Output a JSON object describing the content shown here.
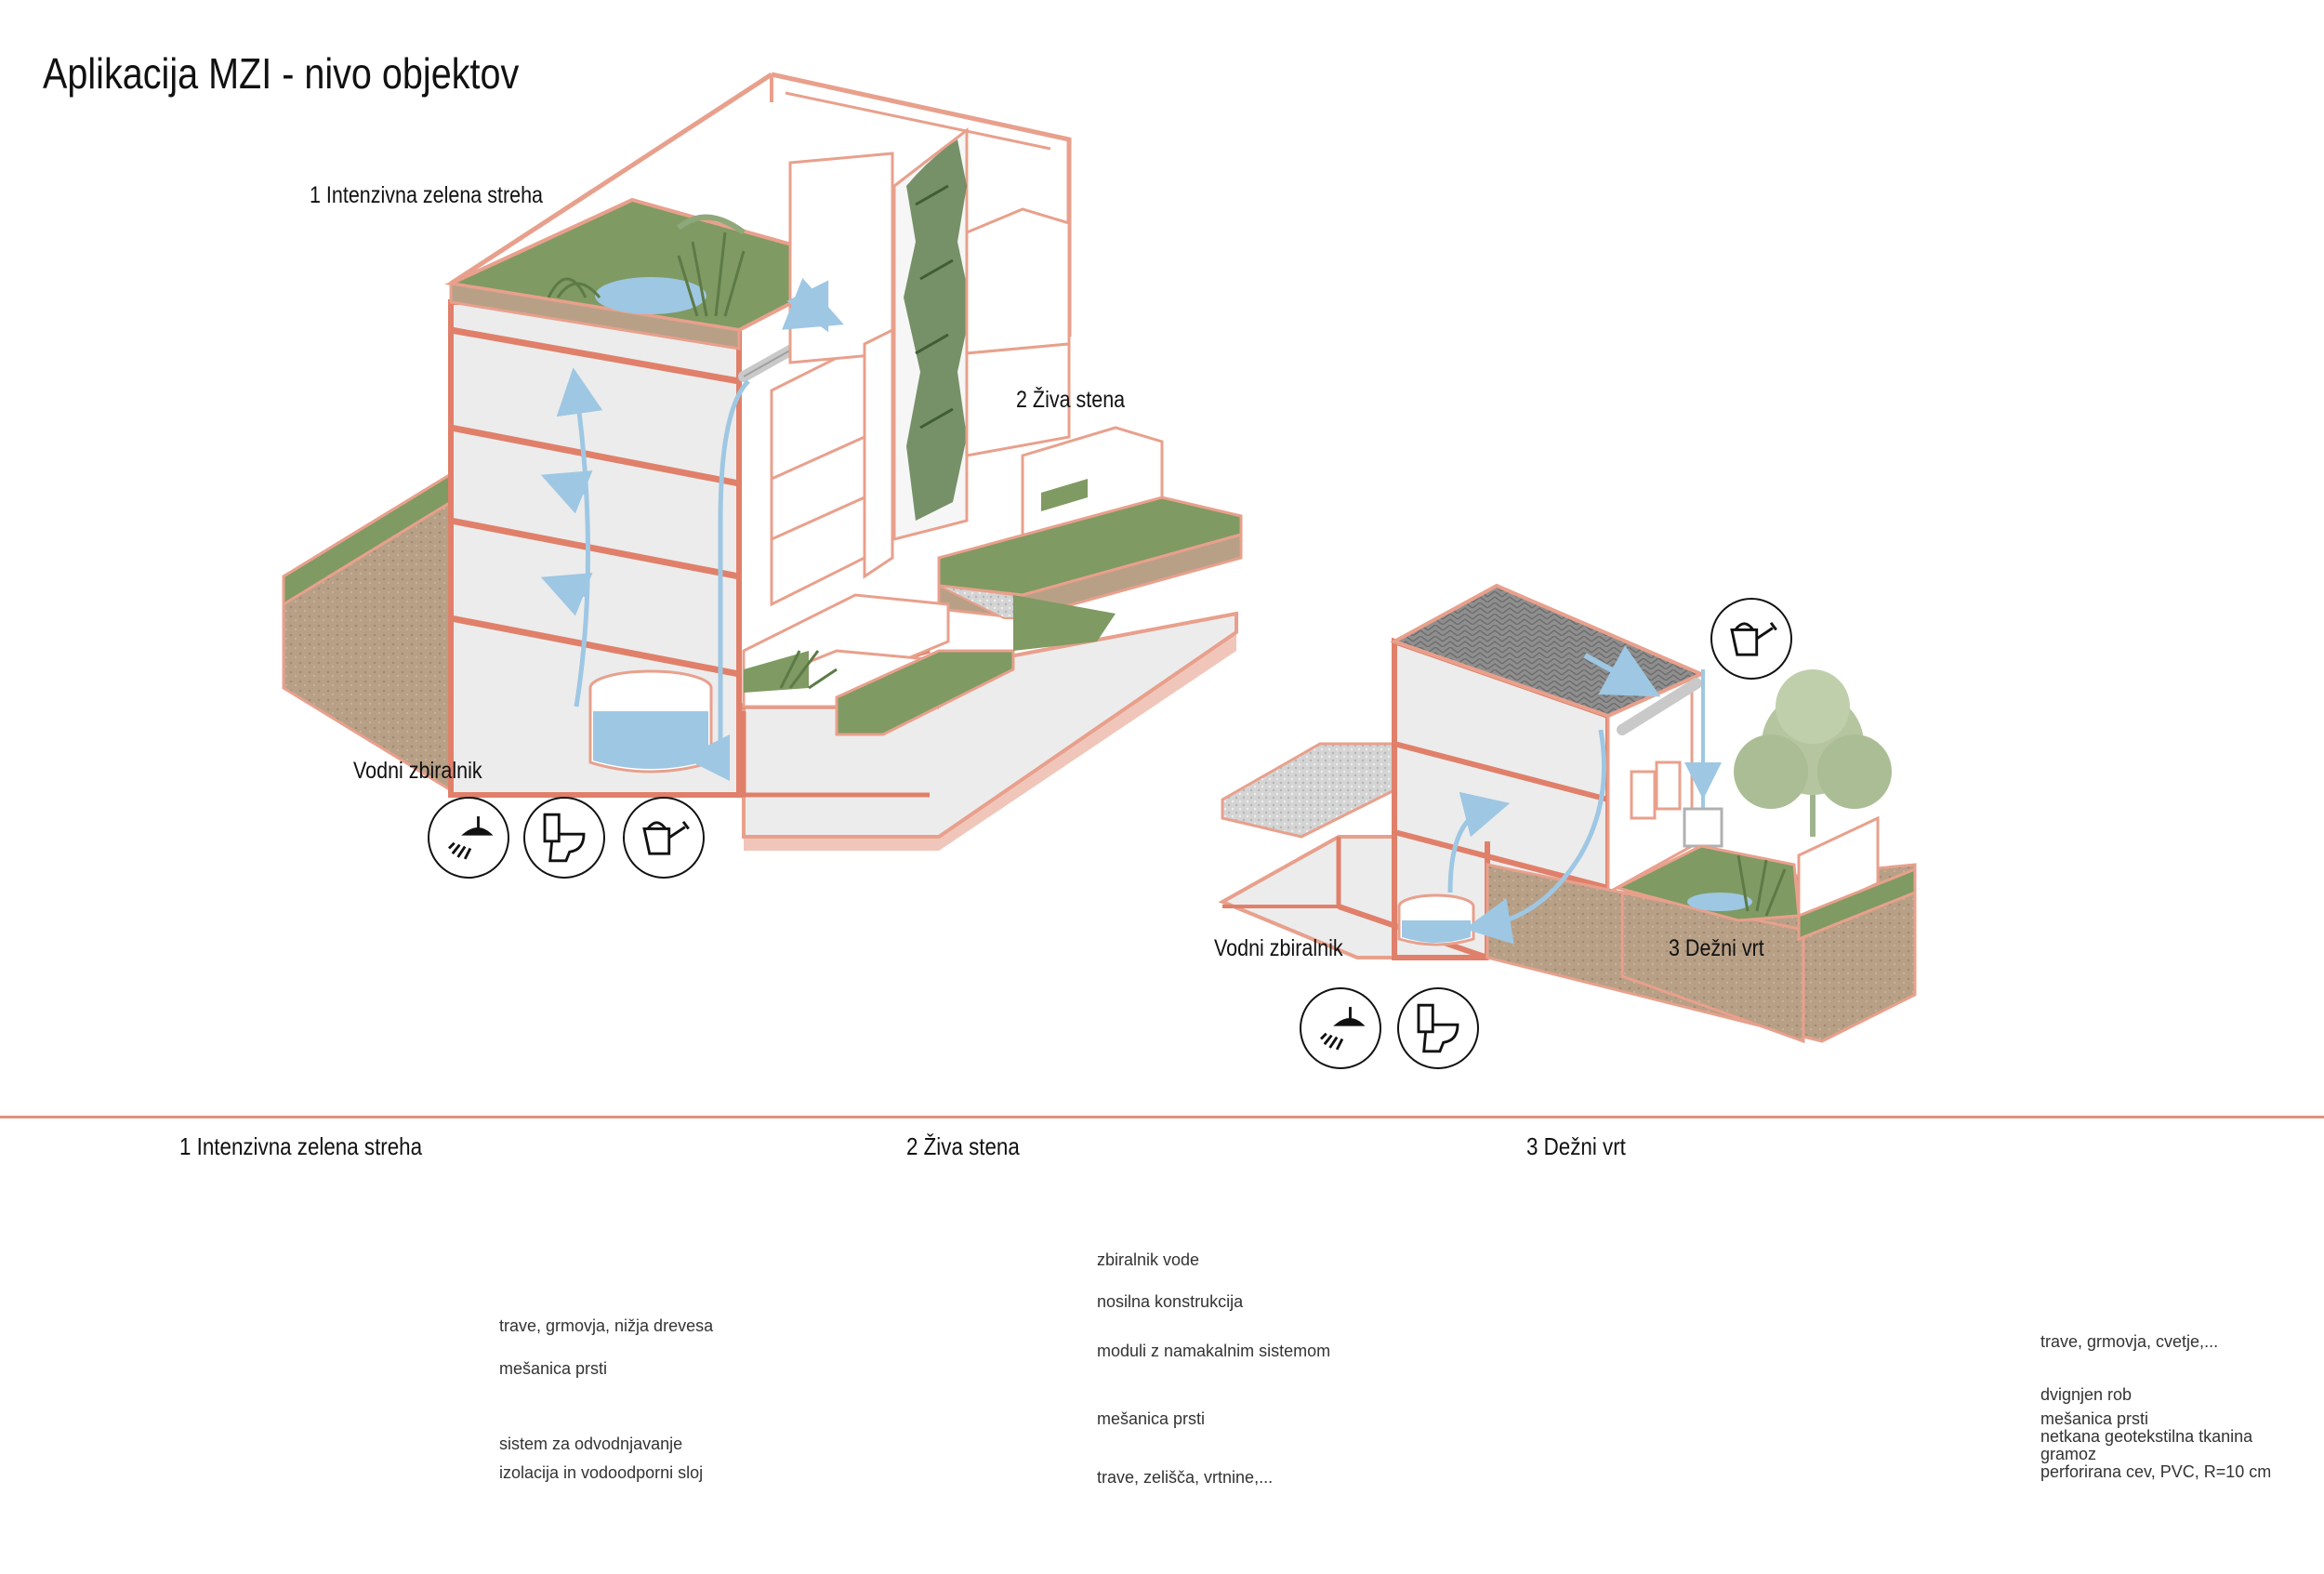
{
  "title": "Aplikacija MZI - nivo objektov",
  "building_labels": {
    "roof": "1 Intenzivna zelena streha",
    "wall": "2 Živa stena",
    "tank_left": "Vodni zbiralnik",
    "tank_right": "Vodni zbiralnik",
    "rain_garden": "3 Dežni vrt"
  },
  "icons": {
    "left": [
      "shower-icon",
      "toilet-icon",
      "watering-can-icon"
    ],
    "right": [
      "shower-icon",
      "toilet-icon"
    ],
    "top": [
      "watering-can-icon"
    ]
  },
  "details": {
    "roof": {
      "title": "1 Intenzivna zelena streha",
      "layers": [
        "trave, grmovja, nižja drevesa",
        "mešanica prsti",
        "sistem za odvodnjavanje",
        "izolacija in vodoodporni sloj"
      ]
    },
    "wall": {
      "title": "2 Živa stena",
      "layers": [
        "zbiralnik vode",
        "nosilna konstrukcija",
        "moduli z namakalnim sistemom",
        "mešanica prsti",
        "trave, zelišča, vrtnine,..."
      ]
    },
    "garden": {
      "title": "3 Dežni vrt",
      "layers": [
        "trave, grmovja, cvetje,...",
        "dvignjen rob",
        "mešanica prsti",
        "netkana geotekstilna tkanina",
        "gramoz",
        "perforirana cev, PVC, R=10 cm"
      ]
    }
  },
  "colors": {
    "outline": "#e8a08c",
    "outline_strong": "#e0806a",
    "grass": "#7f9a62",
    "soil": "#b8a087",
    "water": "#9ec7e3",
    "floor": "#ececec",
    "divider": "#e0917a"
  }
}
